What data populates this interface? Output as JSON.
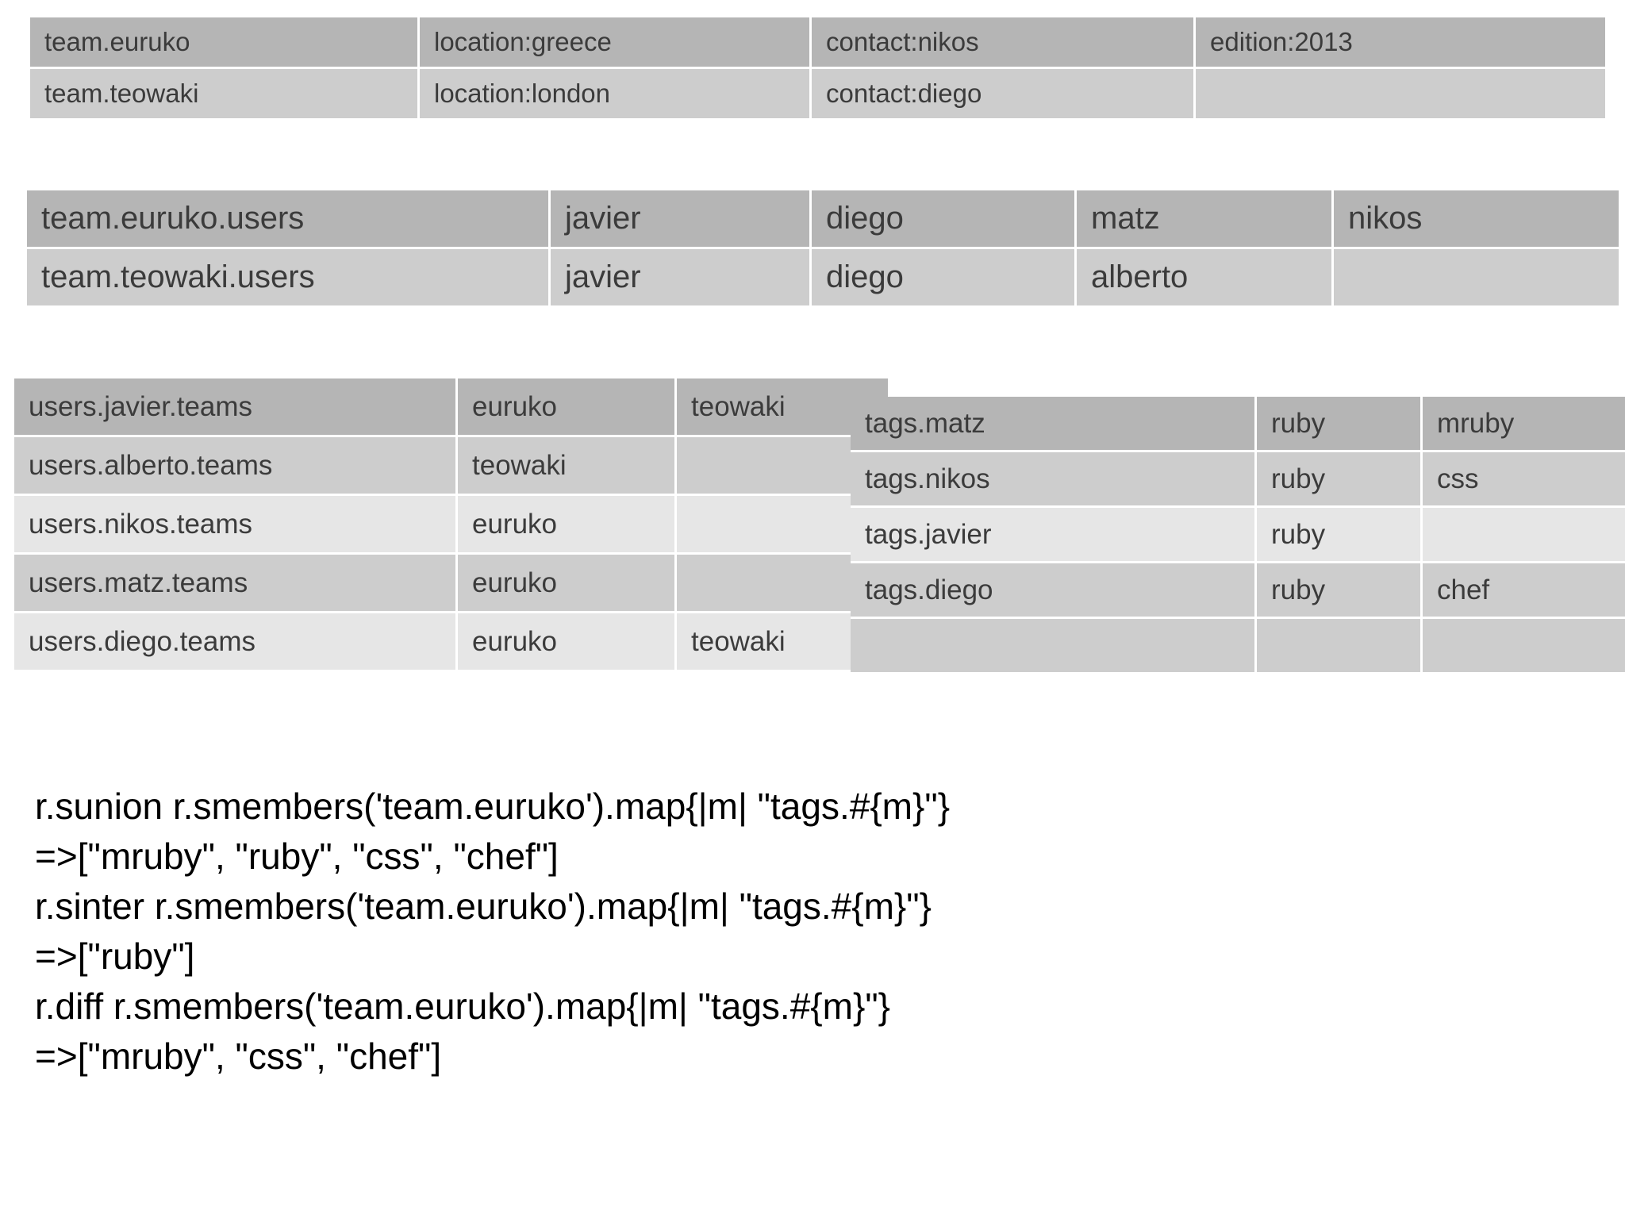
{
  "tables": {
    "team_meta": {
      "name": "team-metadata-table",
      "rows": [
        {
          "shade": "dark",
          "cells": [
            "team.euruko",
            "location:greece",
            "contact:nikos",
            "edition:2013"
          ]
        },
        {
          "shade": "mid",
          "cells": [
            "team.teowaki",
            "location:london",
            "contact:diego",
            ""
          ]
        }
      ]
    },
    "team_users": {
      "name": "team-users-table",
      "rows": [
        {
          "shade": "dark",
          "cells": [
            "team.euruko.users",
            "javier",
            "diego",
            "matz",
            "nikos"
          ]
        },
        {
          "shade": "mid",
          "cells": [
            "team.teowaki.users",
            "javier",
            "diego",
            "alberto",
            ""
          ]
        }
      ]
    },
    "users_teams": {
      "name": "users-teams-table",
      "rows": [
        {
          "shade": "dark",
          "cells": [
            "users.javier.teams",
            "euruko",
            "teowaki"
          ]
        },
        {
          "shade": "mid",
          "cells": [
            "users.alberto.teams",
            "teowaki",
            ""
          ]
        },
        {
          "shade": "light",
          "cells": [
            "users.nikos.teams",
            "euruko",
            ""
          ]
        },
        {
          "shade": "mid",
          "cells": [
            "users.matz.teams",
            "euruko",
            ""
          ]
        },
        {
          "shade": "light",
          "cells": [
            "users.diego.teams",
            "euruko",
            "teowaki"
          ]
        }
      ]
    },
    "tags": {
      "name": "tags-table",
      "rows": [
        {
          "shade": "dark",
          "cells": [
            "tags.matz",
            "ruby",
            "mruby"
          ]
        },
        {
          "shade": "mid",
          "cells": [
            "tags.nikos",
            "ruby",
            "css"
          ]
        },
        {
          "shade": "light",
          "cells": [
            "tags.javier",
            "ruby",
            ""
          ]
        },
        {
          "shade": "mid",
          "cells": [
            "tags.diego",
            "ruby",
            "chef"
          ]
        },
        {
          "shade": "mid",
          "cells": [
            "",
            "",
            ""
          ]
        }
      ]
    }
  },
  "code": {
    "lines": [
      "r.sunion r.smembers('team.euruko').map{|m| \"tags.#{m}\"}",
      "=>[\"mruby\", \"ruby\", \"css\", \"chef\"]",
      "r.sinter r.smembers('team.euruko').map{|m| \"tags.#{m}\"}",
      "=>[\"ruby\"]",
      "r.diff r.smembers('team.euruko').map{|m| \"tags.#{m}\"}",
      "=>[\"mruby\", \"css\", \"chef\"]"
    ]
  },
  "colors": {
    "row_dark": "#b5b5b5",
    "row_mid": "#cdcdcd",
    "row_light": "#e6e6e6",
    "gap": "#ffffff",
    "text": "#3b3b3b",
    "code_text": "#000000"
  }
}
